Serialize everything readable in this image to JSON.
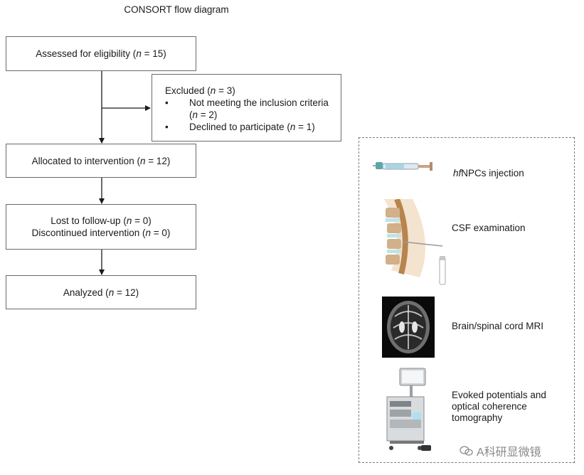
{
  "title": "CONSORT flow diagram",
  "boxes": {
    "assessed": {
      "pre": "Assessed for eligibility (",
      "n": "n",
      "post": " = 15)"
    },
    "excluded": {
      "head_pre": "Excluded (",
      "head_n": "n",
      "head_post": " = 3)",
      "items": [
        {
          "line1": "Not meeting the inclusion criteria",
          "pre": "(",
          "n": "n",
          "post": " = 2)"
        },
        {
          "pre": "Declined to participate (",
          "n": "n",
          "post": " = 1)"
        }
      ]
    },
    "allocated": {
      "pre": "Allocated to intervention (",
      "n": "n",
      "post": " = 12)"
    },
    "lost": {
      "line1_pre": "Lost to follow-up (",
      "line1_n": "n",
      "line1_post": " = 0)",
      "line2_pre": "Discontinued intervention (",
      "line2_n": "n",
      "line2_post": " = 0)"
    },
    "analyzed": {
      "pre": "Analyzed (",
      "n": "n",
      "post": " = 12)"
    }
  },
  "procedures": [
    {
      "label_italic": "hf",
      "label": "NPCs injection",
      "icon": "syringe-icon"
    },
    {
      "label": "CSF examination",
      "icon": "spine-lumbar-puncture-icon"
    },
    {
      "label": "Brain/spinal cord MRI",
      "icon": "mri-scan-icon"
    },
    {
      "label_lines": [
        "Evoked potentials and",
        "optical coherence",
        "tomography"
      ],
      "icon": "oct-machine-icon"
    }
  ],
  "watermark": "A科研显微镜"
}
